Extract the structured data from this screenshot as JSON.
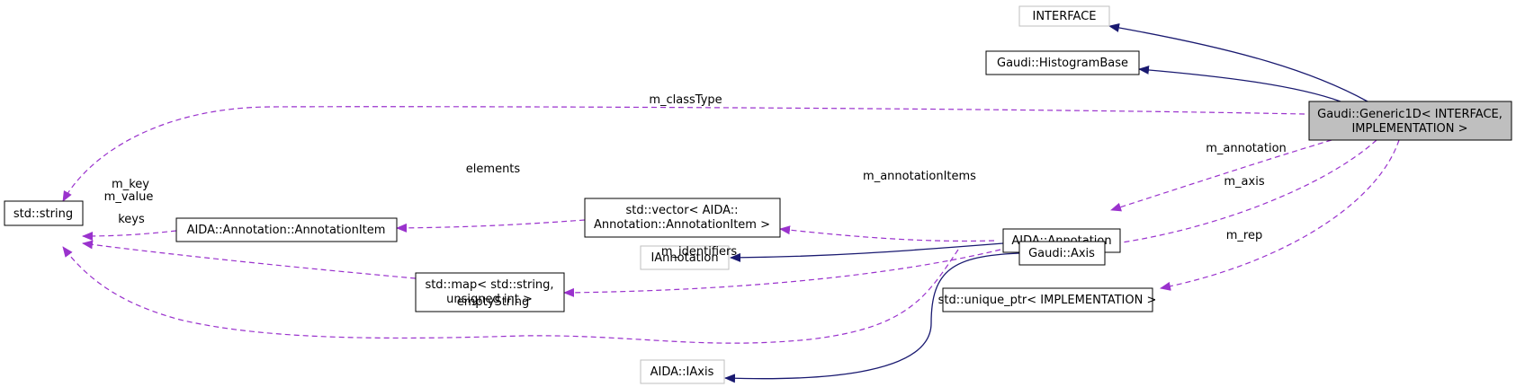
{
  "colors": {
    "inheritance_edge": "#191970",
    "usage_edge": "#9a32cd",
    "focus_fill": "#bfbfbf",
    "node_border": "#000000",
    "external_border": "#bfbfbf"
  },
  "nodes": {
    "interface": {
      "line1": "INTERFACE"
    },
    "histogram_base": {
      "line1": "Gaudi::HistogramBase"
    },
    "generic1d": {
      "line1": "Gaudi::Generic1D< INTERFACE,",
      "line2": "IMPLEMENTATION >"
    },
    "std_string": {
      "line1": "std::string"
    },
    "annotation_item": {
      "line1": "AIDA::Annotation::AnnotationItem"
    },
    "vector": {
      "line1": "std::vector< AIDA::",
      "line2": "Annotation::AnnotationItem >"
    },
    "aida_annotation": {
      "line1": "AIDA::Annotation"
    },
    "iannotation": {
      "line1": "IAnnotation"
    },
    "map": {
      "line1": "std::map< std::string,",
      "line2": "unsigned int >"
    },
    "gaudi_axis": {
      "line1": "Gaudi::Axis"
    },
    "unique_ptr": {
      "line1": "std::unique_ptr< IMPLEMENTATION >"
    },
    "aida_iaxis": {
      "line1": "AIDA::IAxis"
    }
  },
  "edge_labels": {
    "class_type": "m_classType",
    "annotation": "m_annotation",
    "axis": "m_axis",
    "rep": "m_rep",
    "elements": "elements",
    "annotation_items": "m_annotationItems",
    "key": "m_key",
    "value": "m_value",
    "keys": "keys",
    "identifiers": "m_identifiers",
    "empty_string": "emptyString"
  }
}
